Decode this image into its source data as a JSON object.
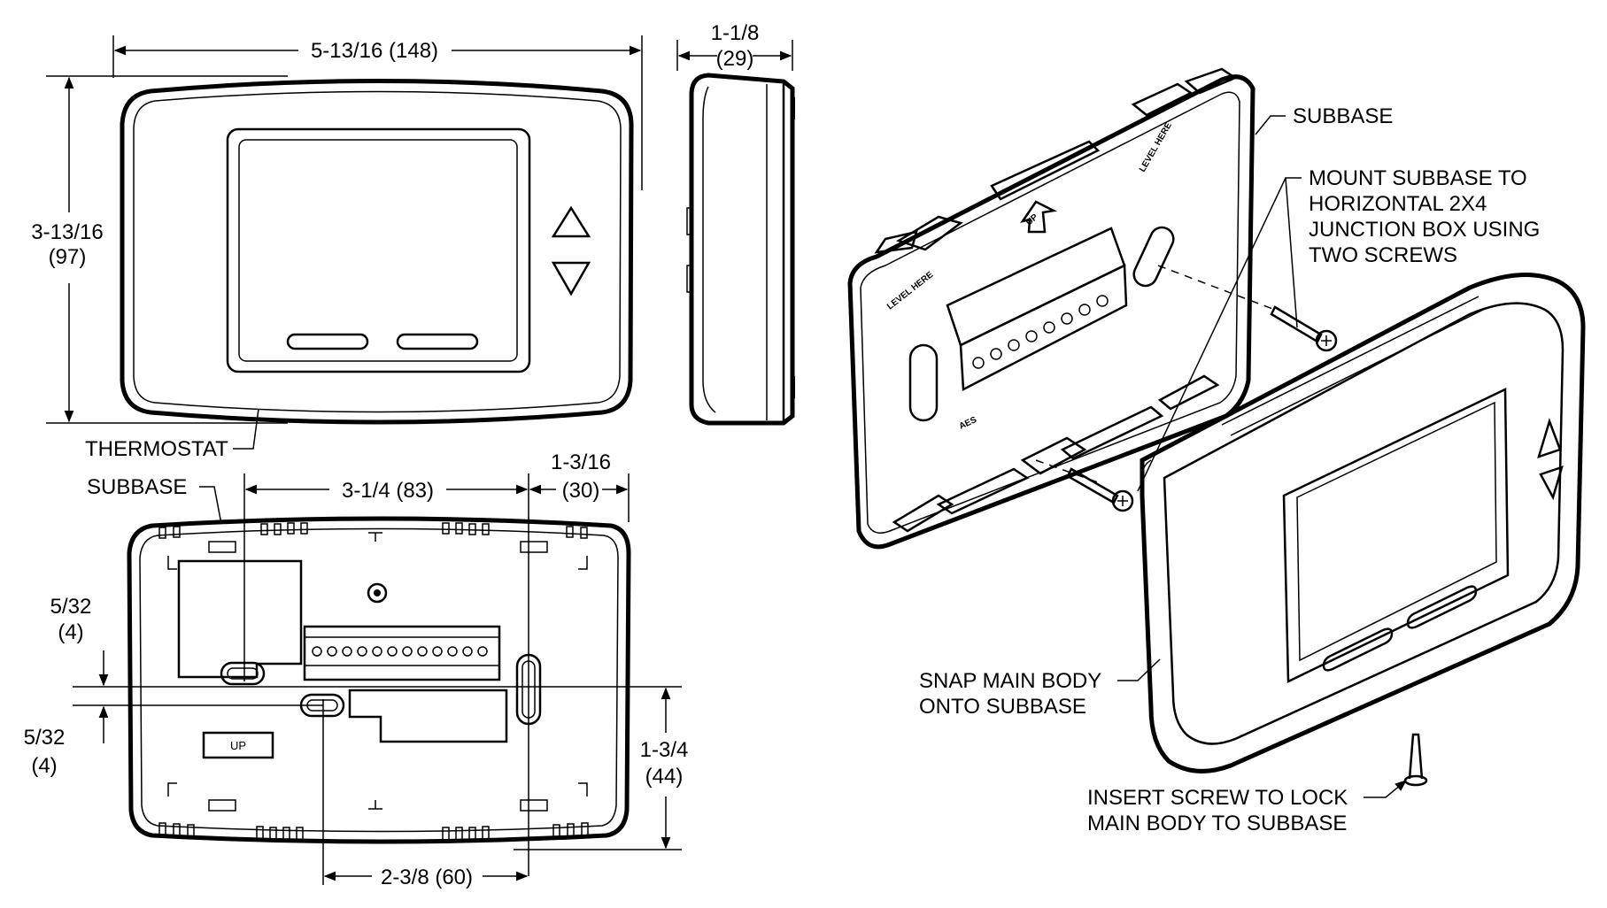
{
  "front_view": {
    "width_dim": "5-13/16 (148)",
    "height_dim_in": "3-13/16",
    "height_dim_mm": "(97)",
    "label": "THERMOSTAT"
  },
  "side_view": {
    "depth_dim_in": "1-1/8",
    "depth_dim_mm": "(29)"
  },
  "back_view": {
    "label": "SUBBASE",
    "hole_spacing_dim": "3-1/4 (83)",
    "right_offset_in": "1-3/16",
    "right_offset_mm": "(30)",
    "upper_offset_in": "5/32",
    "upper_offset_mm": "(4)",
    "lower_offset_in": "5/32",
    "lower_offset_mm": "(4)",
    "vertical_dim_in": "1-3/4",
    "vertical_dim_mm": "(44)",
    "bottom_dim": "2-3/8 (60)",
    "up_marker": "UP"
  },
  "exploded_view": {
    "subbase_label": "SUBBASE",
    "mount_note": [
      "MOUNT SUBBASE TO",
      "HORIZONTAL 2X4",
      "JUNCTION BOX USING",
      "TWO SCREWS"
    ],
    "snap_note": [
      "SNAP MAIN BODY",
      "ONTO SUBBASE"
    ],
    "screw_note": [
      "INSERT SCREW TO LOCK",
      "MAIN BODY TO SUBBASE"
    ],
    "level_here": "LEVEL HERE",
    "up_marker": "UP",
    "aes_marker": "AES"
  }
}
